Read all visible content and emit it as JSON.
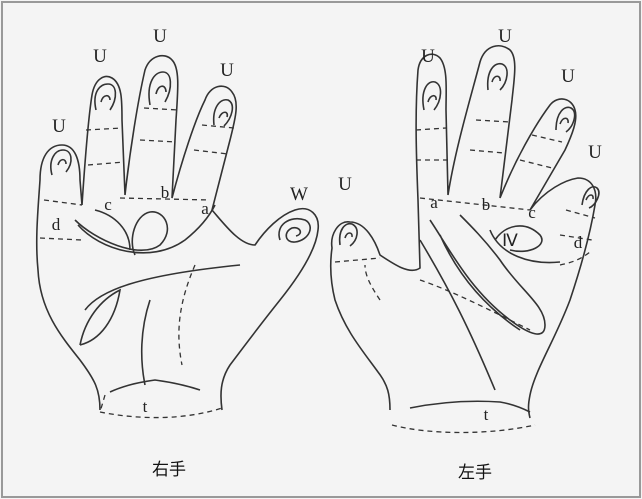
{
  "captions": {
    "right_hand": "右手",
    "left_hand": "左手"
  },
  "right_hand": {
    "patterns": {
      "little": "U",
      "ring": "U",
      "middle": "U",
      "index": "U",
      "thumb": "W"
    },
    "palm_areas": {
      "a": "a",
      "b": "b",
      "c": "c",
      "d": "d",
      "t": "t"
    }
  },
  "left_hand": {
    "patterns": {
      "thumb": "U",
      "index": "U",
      "middle": "U",
      "ring": "U",
      "little": "U"
    },
    "palm_areas": {
      "a": "a",
      "b": "b",
      "c": "c",
      "d": "d",
      "t": "t",
      "iv": "Ⅳ"
    }
  },
  "colors": {
    "line": "#333333",
    "background": "#f4f4f4",
    "frame": "#999999"
  }
}
